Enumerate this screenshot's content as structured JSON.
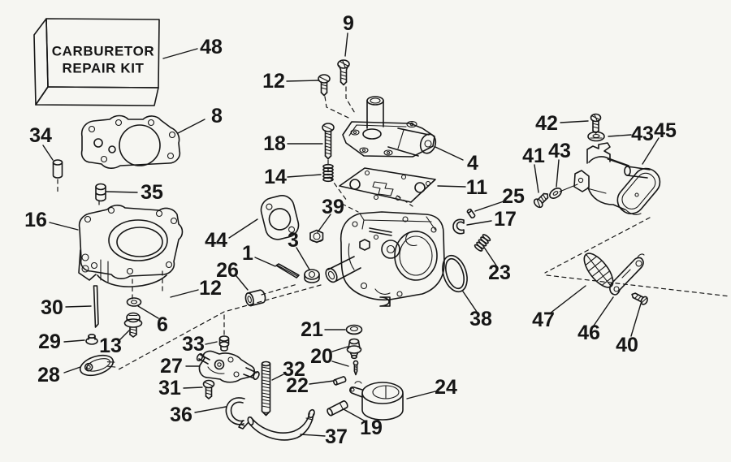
{
  "colors": {
    "ink": "#161616",
    "paper": "#f6f6f2"
  },
  "kit_box": {
    "line1": "CARBURETOR",
    "line2": "REPAIR KIT"
  },
  "callouts": [
    "48",
    "8",
    "34",
    "35",
    "16",
    "44",
    "9",
    "12",
    "18",
    "14",
    "4",
    "11",
    "39",
    "3",
    "1",
    "26",
    "12",
    "25",
    "17",
    "23",
    "42",
    "41",
    "43",
    "43",
    "45",
    "30",
    "29",
    "13",
    "6",
    "28",
    "33",
    "27",
    "31",
    "36",
    "38",
    "47",
    "46",
    "40",
    "21",
    "20",
    "22",
    "32",
    "24",
    "19",
    "37"
  ]
}
